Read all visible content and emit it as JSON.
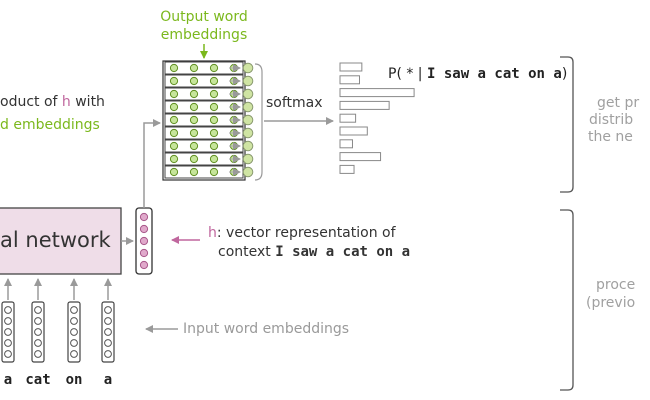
{
  "output_embeddings": {
    "line1": "Output word",
    "line2": "embeddings"
  },
  "dot_product": {
    "prefix": "oduct of ",
    "h": "h",
    "suffix": " with",
    "line2": "d embeddings"
  },
  "softmax_label": "softmax",
  "probability": {
    "prefix": "P( * | ",
    "context": "I saw a cat on a",
    "suffix": ")"
  },
  "get_probability": {
    "line1": "get pr",
    "line2": "distrib",
    "line3": "the ne"
  },
  "neural_network": "al network",
  "h_vector": {
    "h": "h",
    "line1_rest": ": vector representation of",
    "line2_prefix": "context ",
    "context": "I saw a cat on a"
  },
  "process": {
    "line1": "proce",
    "line2": "(previo"
  },
  "input_embeddings": "Input word embeddings",
  "tokens": [
    "a",
    "cat",
    "on",
    "a"
  ],
  "softmax_bar_values": [
    0.28,
    0.25,
    0.95,
    0.63,
    0.2,
    0.35,
    0.16,
    0.52,
    0.18
  ],
  "colors": {
    "green": "#7bb81d",
    "pink": "#c0679e",
    "nn_fill": "#efdde8",
    "gray": "#9a9a9a",
    "bracket": "#555555"
  }
}
